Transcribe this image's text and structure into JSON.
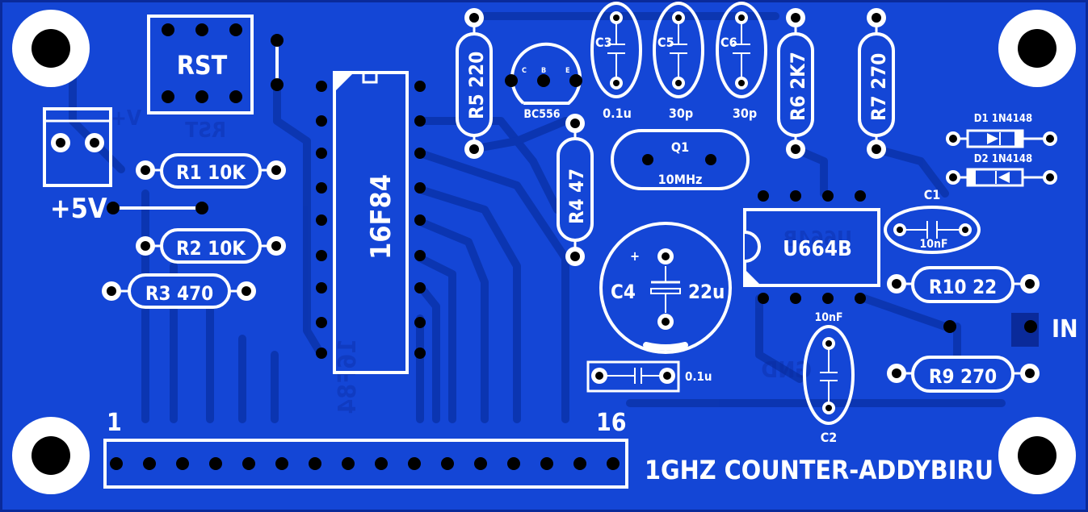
{
  "board": {
    "title": "1GHZ COUNTER-ADDYBIRU",
    "colors": {
      "substrate": "#1446d6",
      "copper": "#0f3cc4",
      "trace": "#0b34ad",
      "silk": "#ffffff",
      "hole": "#000000",
      "edge": "#0a2a9a"
    }
  },
  "labels": {
    "rst": "RST",
    "rst_mirror": "RST",
    "power": "+5V",
    "power_mirror": "V+",
    "ic1": "16F84",
    "ic1_mirror": "16F84",
    "ic2": "U664B",
    "ic2_mirror": "U664B",
    "input": "IN",
    "gnd_mirror": "GND",
    "header_first": "1",
    "header_last": "16",
    "transistor": "BC556",
    "transistor_pins": [
      "C",
      "B",
      "E"
    ]
  },
  "components": {
    "r1": "R1 10K",
    "r2": "R2 10K",
    "r3": "R3 470",
    "r4": "R4 47",
    "r5": "R5 220",
    "r6": "R6 2K7",
    "r7": "R7 270",
    "r9": "R9 270",
    "r10": "R10 22",
    "c1": "C1",
    "c1_value": "10nF",
    "c2": "C2",
    "c2_value": "10nF",
    "c3": "C3",
    "c3_value": "0.1u",
    "c4": "C4",
    "c4_value": "22u",
    "c4_polarity": "+",
    "c5": "C5",
    "c5_value": "30p",
    "c6": "C6",
    "c6_value": "30p",
    "c7_value": "0.1u",
    "q1": "Q1",
    "q1_value": "10MHz",
    "d1": "D1 1N4148",
    "d2": "D2 1N4148"
  }
}
